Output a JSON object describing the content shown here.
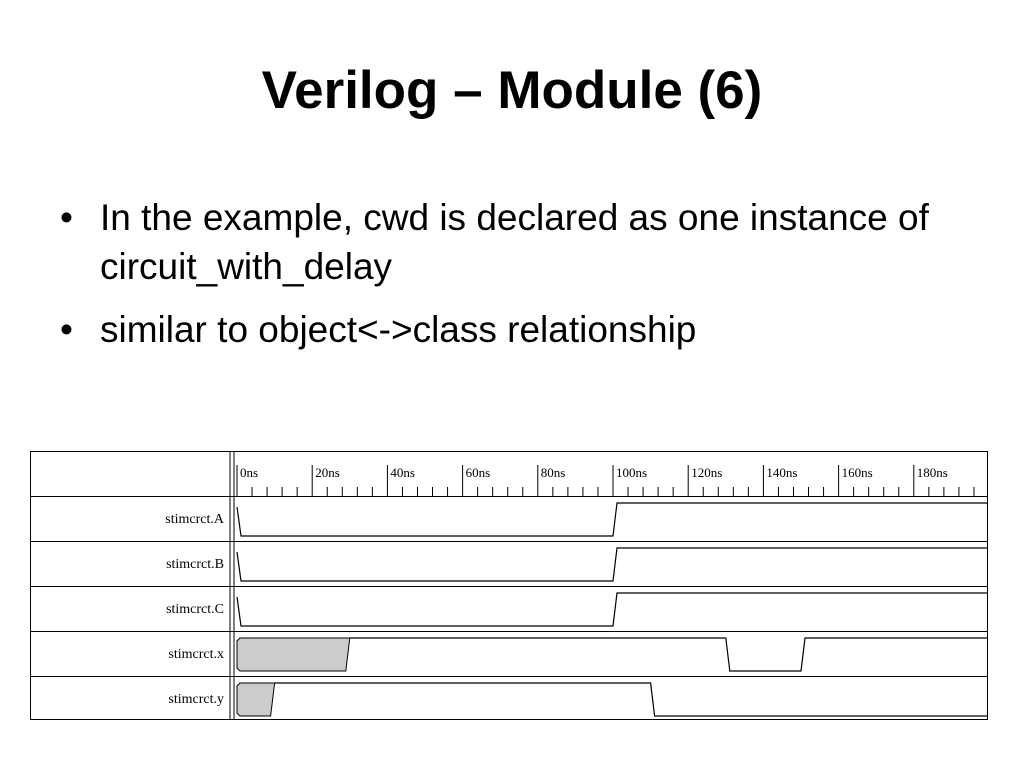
{
  "slide": {
    "title": "Verilog – Module (6)",
    "bullets": [
      "In the example, cwd is declared as one instance of circuit_with_delay",
      "similar to object<->class relationship"
    ]
  },
  "waveform": {
    "time_unit": "ns",
    "time_range": [
      0,
      200
    ],
    "tick_labels": [
      "0ns",
      "20ns",
      "40ns",
      "60ns",
      "80ns",
      "100ns",
      "120ns",
      "140ns",
      "160ns",
      "180ns"
    ],
    "signals": [
      {
        "name": "stimcrct.A",
        "segments": [
          {
            "from": 0,
            "to": 100,
            "value": "0"
          },
          {
            "from": 100,
            "to": 200,
            "value": "1"
          }
        ]
      },
      {
        "name": "stimcrct.B",
        "segments": [
          {
            "from": 0,
            "to": 100,
            "value": "0"
          },
          {
            "from": 100,
            "to": 200,
            "value": "1"
          }
        ]
      },
      {
        "name": "stimcrct.C",
        "segments": [
          {
            "from": 0,
            "to": 100,
            "value": "0"
          },
          {
            "from": 100,
            "to": 200,
            "value": "1"
          }
        ]
      },
      {
        "name": "stimcrct.x",
        "segments": [
          {
            "from": 0,
            "to": 30,
            "value": "x"
          },
          {
            "from": 30,
            "to": 130,
            "value": "1"
          },
          {
            "from": 130,
            "to": 150,
            "value": "0"
          },
          {
            "from": 150,
            "to": 200,
            "value": "1"
          }
        ]
      },
      {
        "name": "stimcrct.y",
        "segments": [
          {
            "from": 0,
            "to": 10,
            "value": "x"
          },
          {
            "from": 10,
            "to": 110,
            "value": "1"
          },
          {
            "from": 110,
            "to": 200,
            "value": "0"
          }
        ]
      }
    ],
    "colors": {
      "unknown_fill": "#cccccc",
      "line": "#000000"
    }
  }
}
